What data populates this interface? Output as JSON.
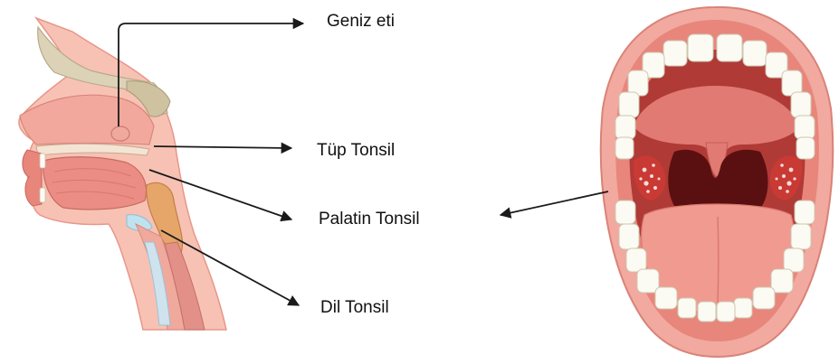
{
  "labels": {
    "adenoid": "Geniz eti",
    "tubal": "Tüp Tonsil",
    "palatine": "Palatin Tonsil",
    "lingual": "Dil Tonsil"
  },
  "colors": {
    "skin": "#f7c2b3",
    "skin_dark": "#e8968a",
    "bone": "#dcd2b8",
    "lip": "#e8867c",
    "mouth_dark": "#8b1a1a",
    "throat": "#5a1010",
    "palate": "#e07a72",
    "tongue": "#f09a90",
    "tooth": "#fbfbf4",
    "tonsil": "#c93a35",
    "tonsil_orange": "#e6a66a",
    "arrow": "#1a1a1a"
  }
}
